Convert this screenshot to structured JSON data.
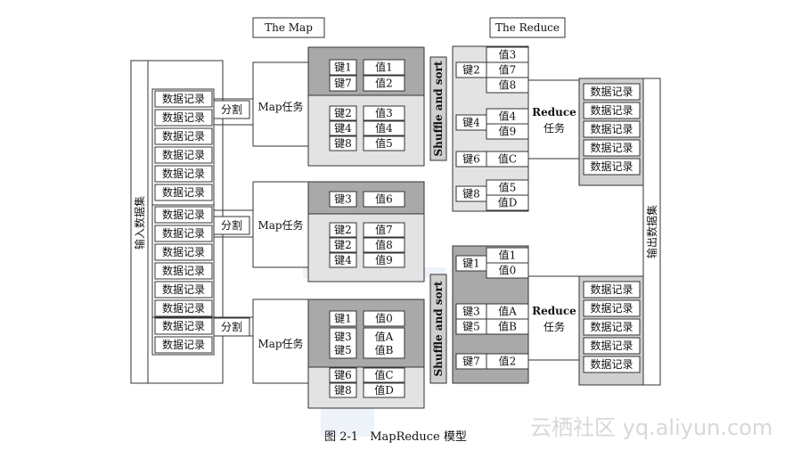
{
  "titles": {
    "map": "The Map",
    "reduce": "The Reduce"
  },
  "labels": {
    "input_dataset": "输入数据集",
    "output_dataset": "输出数据集",
    "record": "数据记录",
    "split": "分割",
    "map_task": "Map任务",
    "shuffle": "Shuffle and sort",
    "reduce_line1": "Reduce",
    "reduce_line2": "任务"
  },
  "map_groups": [
    {
      "top": [
        [
          "键1",
          "值1"
        ],
        [
          "键7",
          "值2"
        ]
      ],
      "bottom": [
        [
          "键2",
          "值3"
        ],
        [
          "键4",
          "值4"
        ],
        [
          "键8",
          "值5"
        ]
      ]
    },
    {
      "top": [
        [
          "键3",
          "值6"
        ]
      ],
      "bottom": [
        [
          "键2",
          "值7"
        ],
        [
          "键2",
          "值8"
        ],
        [
          "键4",
          "值9"
        ]
      ]
    },
    {
      "top": [
        [
          "键1",
          "值0"
        ],
        [
          "键3",
          "值A"
        ],
        [
          "键5",
          "值B"
        ]
      ],
      "bottom": [
        [
          "键6",
          "值C"
        ],
        [
          "键8",
          "值D"
        ]
      ]
    }
  ],
  "reduce_groups": [
    {
      "entries": [
        {
          "key": "键2",
          "values": [
            "值3",
            "值7",
            "值8"
          ]
        },
        {
          "key": "键4",
          "values": [
            "值4",
            "值9"
          ]
        },
        {
          "key": "键6",
          "values": [
            "值C"
          ]
        },
        {
          "key": "键8",
          "values": [
            "值5",
            "值D"
          ]
        }
      ]
    },
    {
      "entries": [
        {
          "key": "键1",
          "values": [
            "值1",
            "值0"
          ]
        },
        {
          "key": "键3",
          "values": [
            "值A"
          ]
        },
        {
          "key": "键5",
          "values": [
            "值B"
          ]
        },
        {
          "key": "键7",
          "values": [
            "值2"
          ]
        }
      ]
    }
  ],
  "caption": "图 2-1　MapReduce 模型",
  "watermark": "云栖社区 yq.aliyun.com",
  "colors": {
    "dark_fill": "#a9a9a9",
    "mid_fill": "#cfcfcf",
    "light_fill": "#e3e3e3",
    "watermark_blue": "#dfe6f3"
  }
}
